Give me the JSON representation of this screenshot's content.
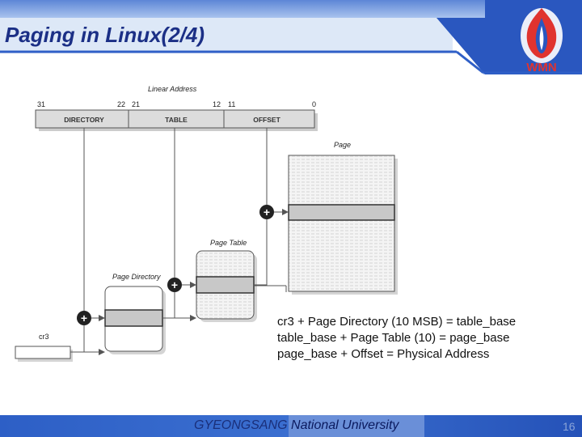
{
  "slide": {
    "title": "Paging in Linux(2/4)",
    "logo_text": "WMN",
    "page_number": "16"
  },
  "diagram": {
    "linear_address_label": "Linear Address",
    "bit_31": "31",
    "bit_22": "22",
    "bit_21": "21",
    "bit_12": "12",
    "bit_11": "11",
    "bit_0": "0",
    "field_directory": "DIRECTORY",
    "field_table": "TABLE",
    "field_offset": "OFFSET",
    "page_label": "Page",
    "page_table_label": "Page Table",
    "page_directory_label": "Page Directory",
    "cr3_label": "cr3",
    "plus": "+"
  },
  "formulas": [
    "cr3 + Page Directory (10 MSB) = table_base",
    "table_base + Page Table (10) = page_base",
    "page_base + Offset = Physical Address"
  ],
  "footer": {
    "university_part1": "GYEONGSANG",
    "university_part2": " National University"
  },
  "colors": {
    "title": "#1b2f86",
    "footer_blue": "#2f63c8",
    "highlight_row": "#c8c8c8"
  }
}
